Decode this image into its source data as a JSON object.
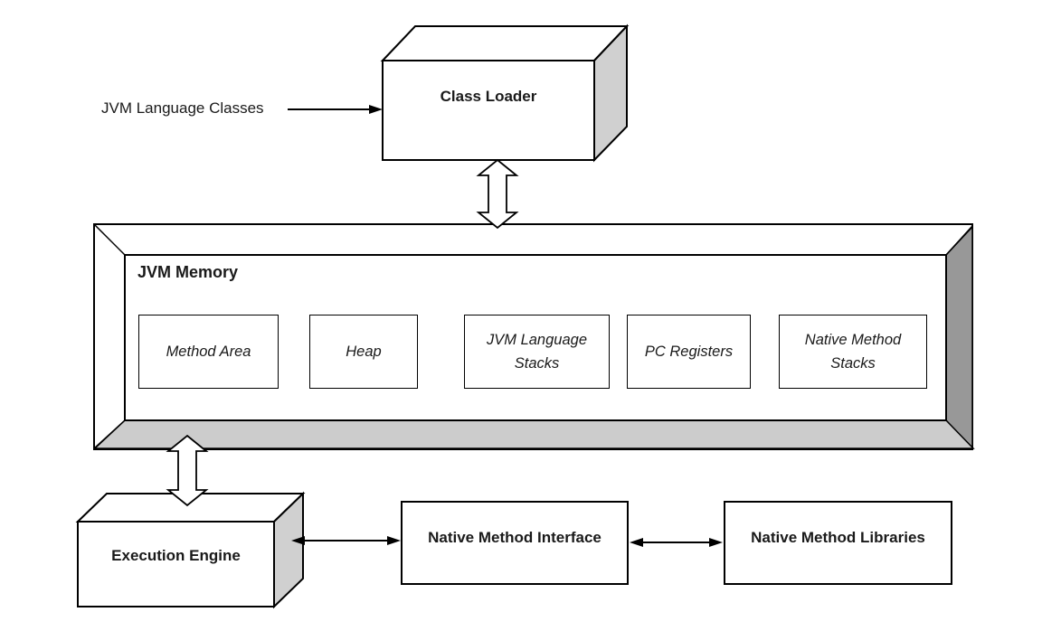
{
  "labels": {
    "input": "JVM Language Classes",
    "class_loader": "Class Loader",
    "jvm_memory": "JVM Memory",
    "execution_engine": "Execution Engine",
    "native_method_interface": "Native Method Interface",
    "native_method_libraries": "Native Method Libraries"
  },
  "memory_components": [
    {
      "label": "Method Area"
    },
    {
      "label": "Heap"
    },
    {
      "label": "JVM Language Stacks"
    },
    {
      "label": "PC Registers"
    },
    {
      "label": "Native Method Stacks"
    }
  ],
  "colors": {
    "line": "#000000",
    "face_light_gray": "#d0d0d0",
    "frame_bottom_gray": "#cccccc",
    "frame_right_gray": "#989898",
    "text": "#1a1a1a",
    "background": "#ffffff"
  },
  "icons": {
    "hollow_double_arrow_vertical": "⇕",
    "solid_double_arrow_horizontal": "↔",
    "solid_arrow_right": "→"
  }
}
